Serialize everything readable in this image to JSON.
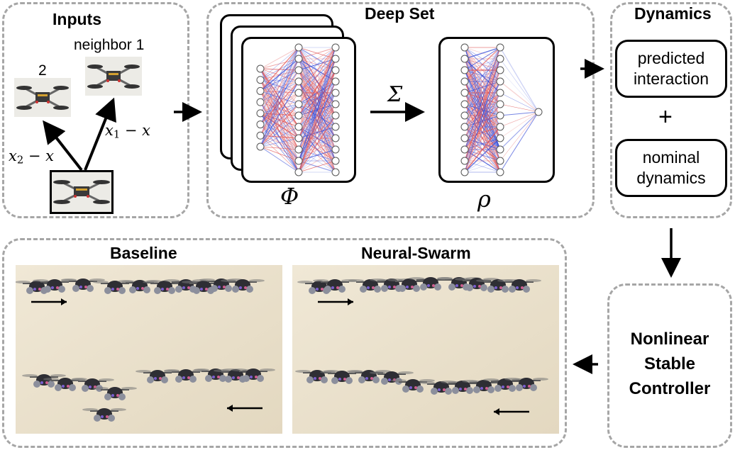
{
  "inputs": {
    "title": "Inputs",
    "neighbor1_label": "neighbor 1",
    "neighbor2_label": "2",
    "vec1": {
      "base": "x",
      "sub": "1",
      "rest": " − x"
    },
    "vec2": {
      "base": "x",
      "sub": "2",
      "rest": " − x"
    }
  },
  "deepset": {
    "title": "Deep Set",
    "sum_symbol": "Σ",
    "phi_symbol": "Φ",
    "rho_symbol": "ρ"
  },
  "dynamics": {
    "title": "Dynamics",
    "predicted": "predicted interaction",
    "plus": "+",
    "nominal": "nominal dynamics"
  },
  "results": {
    "baseline_title": "Baseline",
    "neuralswarm_title": "Neural-Swarm"
  },
  "controller": {
    "line1": "Nonlinear",
    "line2": "Stable",
    "line3": "Controller"
  },
  "colors": {
    "panel_border": "#a6a6a6",
    "edge_red": "#e05555",
    "edge_blue": "#3a4fd8",
    "photo_bg": "#ece3cf"
  }
}
